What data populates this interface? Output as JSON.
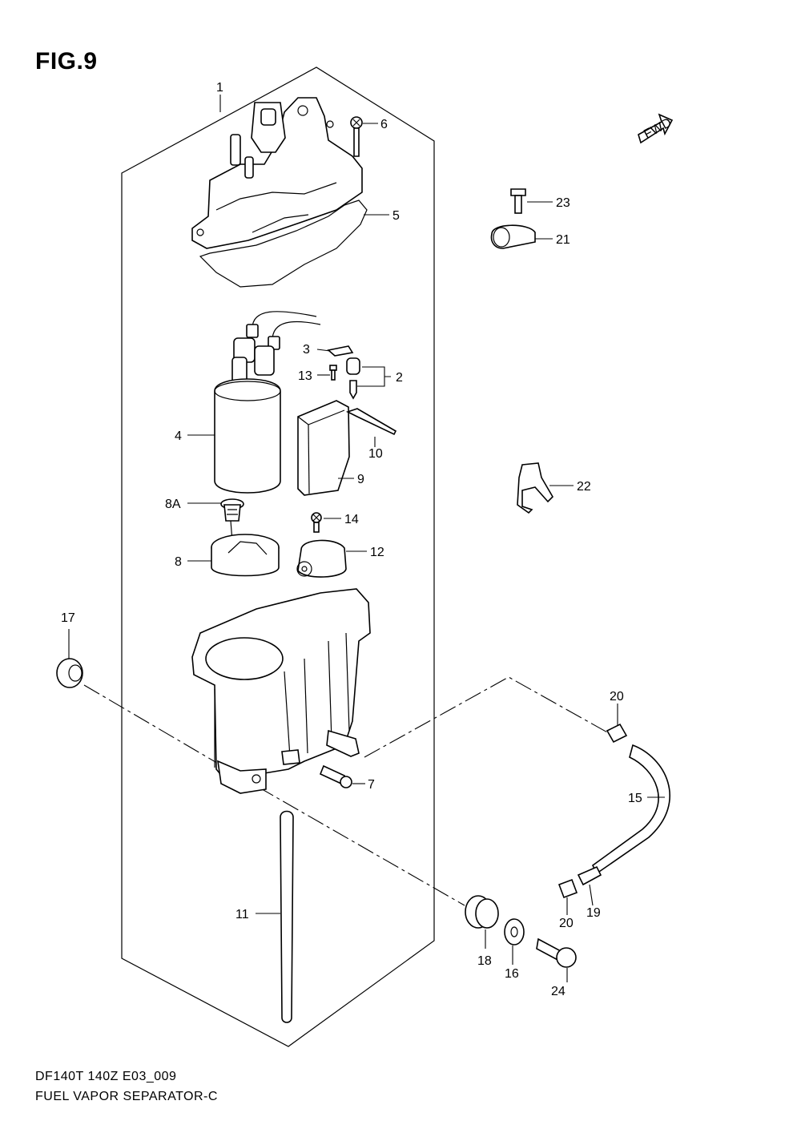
{
  "figure": {
    "title": "FIG.9"
  },
  "footer": {
    "line1": "DF140T 140Z E03_009",
    "line2": "FUEL VAPOR SEPARATOR-C"
  },
  "fwd_badge": {
    "label": "FWD"
  },
  "callouts": [
    {
      "id": "1",
      "label": "1"
    },
    {
      "id": "2",
      "label": "2"
    },
    {
      "id": "3",
      "label": "3"
    },
    {
      "id": "4",
      "label": "4"
    },
    {
      "id": "5",
      "label": "5"
    },
    {
      "id": "6",
      "label": "6"
    },
    {
      "id": "7",
      "label": "7"
    },
    {
      "id": "8",
      "label": "8"
    },
    {
      "id": "8A",
      "label": "8A"
    },
    {
      "id": "9",
      "label": "9"
    },
    {
      "id": "10",
      "label": "10"
    },
    {
      "id": "11",
      "label": "11"
    },
    {
      "id": "12",
      "label": "12"
    },
    {
      "id": "13",
      "label": "13"
    },
    {
      "id": "14",
      "label": "14"
    },
    {
      "id": "15",
      "label": "15"
    },
    {
      "id": "16",
      "label": "16"
    },
    {
      "id": "17",
      "label": "17"
    },
    {
      "id": "18",
      "label": "18"
    },
    {
      "id": "19",
      "label": "19"
    },
    {
      "id": "20a",
      "label": "20"
    },
    {
      "id": "20b",
      "label": "20"
    },
    {
      "id": "21",
      "label": "21"
    },
    {
      "id": "22",
      "label": "22"
    },
    {
      "id": "23",
      "label": "23"
    },
    {
      "id": "24",
      "label": "24"
    }
  ]
}
